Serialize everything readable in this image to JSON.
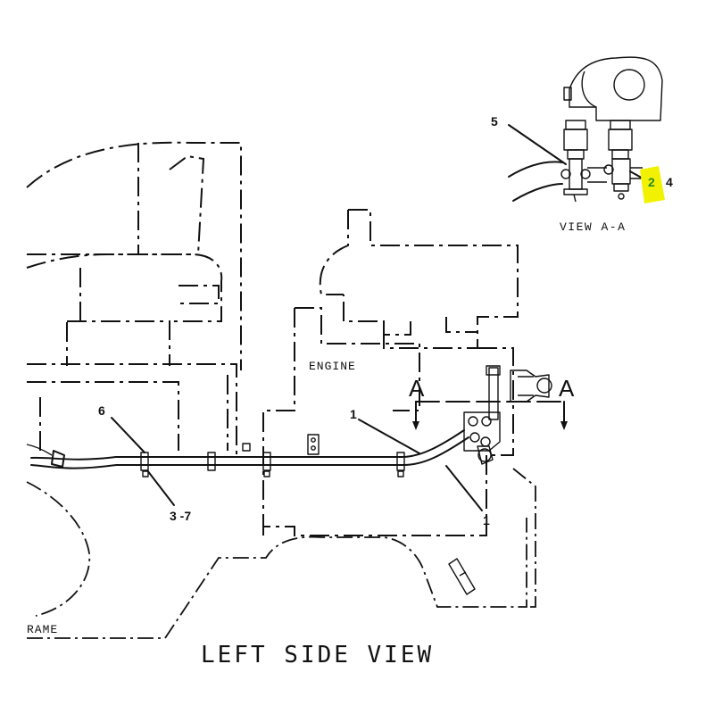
{
  "title": "LEFT SIDE VIEW",
  "detail_title": "VIEW A-A",
  "engine_label": "ENGINE",
  "frame_label": "RAME",
  "section_marker": "A",
  "callouts": {
    "c1_upper": "1",
    "c1_lower": "1",
    "c3_7": "3 -7",
    "c6": "6",
    "c5": "5",
    "c2": "2",
    "c4": "4"
  },
  "colors": {
    "highlight": "#f2f200",
    "callout_2": "#2a8a2a",
    "line": "#111111"
  }
}
